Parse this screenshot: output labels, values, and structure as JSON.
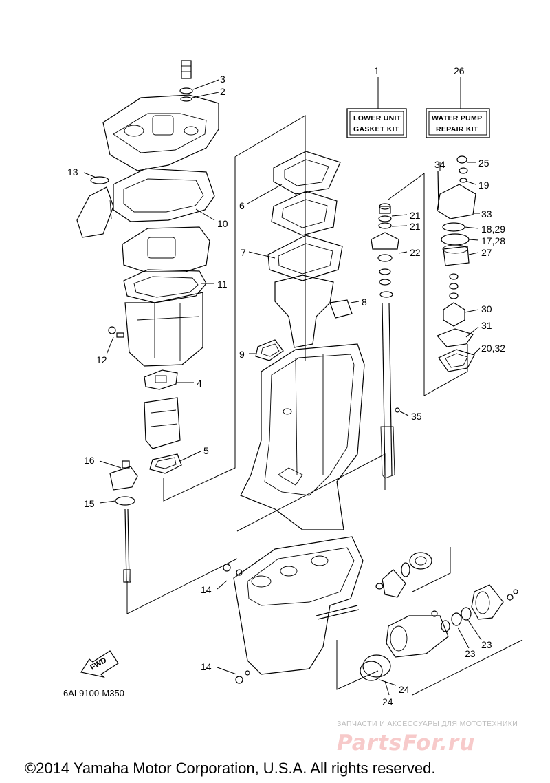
{
  "diagram_code": "6AL9100-M350",
  "copyright": "©2014 Yamaha Motor Corporation, U.S.A. All rights reserved.",
  "watermark": {
    "subtitle": "ЗАПЧАСТИ И АКСЕССУАРЫ ДЛЯ МОТОТЕХНИКИ",
    "brand": "PartsFor.ru"
  },
  "kits": {
    "lower_unit": {
      "number": "1",
      "line1": "LOWER UNIT",
      "line2": "GASKET KIT"
    },
    "water_pump": {
      "number": "26",
      "line1": "WATER PUMP",
      "line2": "REPAIR KIT"
    }
  },
  "fwd_label": "FWD",
  "callouts": {
    "c3": "3",
    "c2": "2",
    "c13": "13",
    "c6": "6",
    "c10": "10",
    "c7": "7",
    "c11": "11",
    "c8": "8",
    "c12": "12",
    "c9": "9",
    "c4": "4",
    "c5": "5",
    "c16": "16",
    "c15": "15",
    "c14a": "14",
    "c14b": "14",
    "c25": "25",
    "c34": "34",
    "c19": "19",
    "c21a": "21",
    "c21b": "21",
    "c33": "33",
    "c1829": "18,29",
    "c1728": "17,28",
    "c22": "22",
    "c27": "27",
    "c30": "30",
    "c31": "31",
    "c2032": "20,32",
    "c35": "35",
    "c23a": "23",
    "c23b": "23",
    "c24a": "24",
    "c24b": "24"
  }
}
